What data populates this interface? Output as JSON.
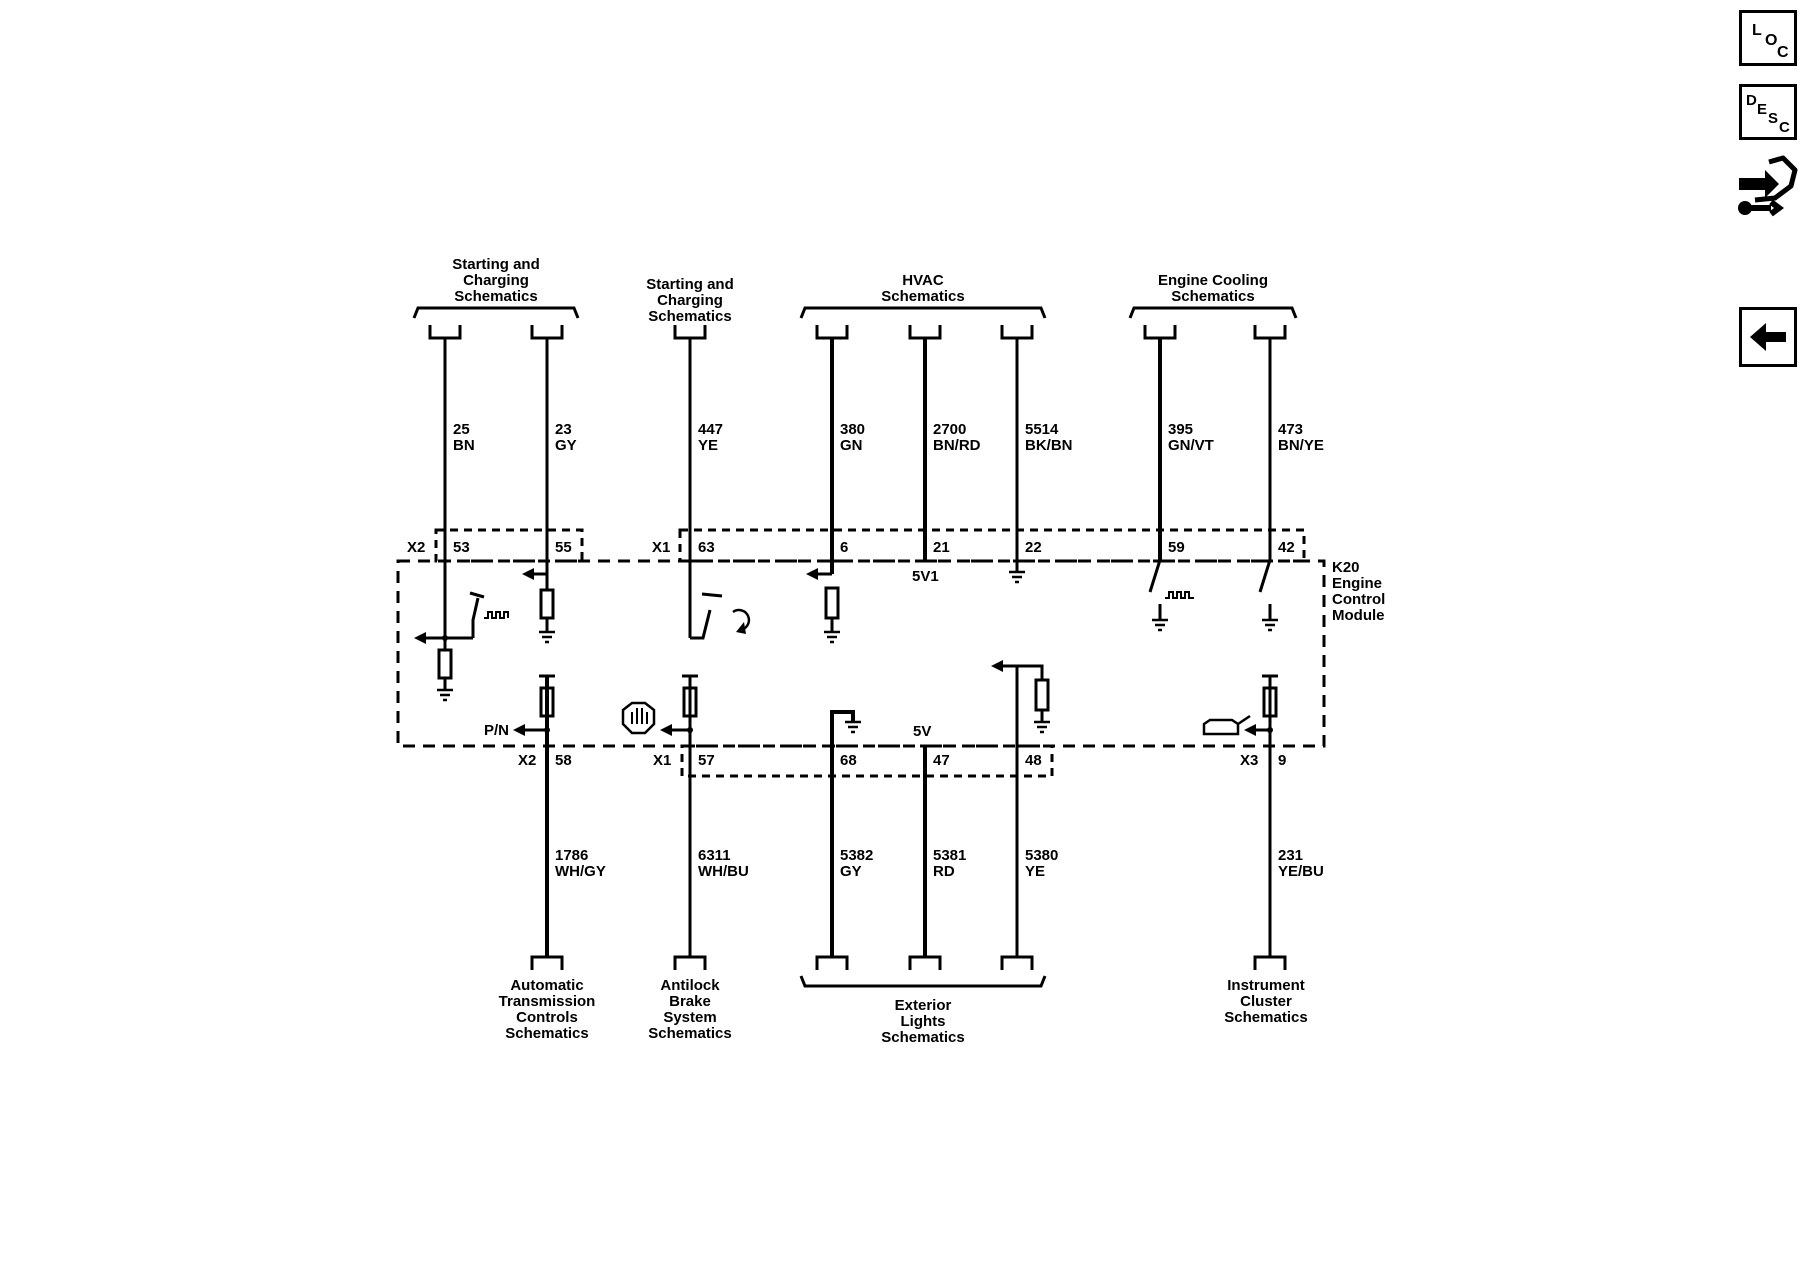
{
  "side_buttons": {
    "loc": [
      "L",
      "O",
      "C"
    ],
    "desc": [
      "D",
      "E",
      "S",
      "C"
    ]
  },
  "module": {
    "name_lines": [
      "K20",
      "Engine",
      "Control",
      "Module"
    ]
  },
  "groups_top": [
    [
      "Starting and",
      "Charging",
      "Schematics"
    ],
    [
      "Starting and",
      "Charging",
      "Schematics"
    ],
    [
      "HVAC",
      "Schematics"
    ],
    [
      "Engine Cooling",
      "Schematics"
    ]
  ],
  "groups_bottom": [
    [
      "Automatic",
      "Transmission",
      "Controls",
      "Schematics"
    ],
    [
      "Antilock",
      "Brake",
      "System",
      "Schematics"
    ],
    [
      "Exterior",
      "Lights",
      "Schematics"
    ],
    [
      "Instrument",
      "Cluster",
      "Schematics"
    ]
  ],
  "top_circuits": [
    {
      "circuit": "25",
      "color": "BN",
      "pin": "53",
      "connector": "X2"
    },
    {
      "circuit": "23",
      "color": "GY",
      "pin": "55",
      "connector": ""
    },
    {
      "circuit": "447",
      "color": "YE",
      "pin": "63",
      "connector": "X1"
    },
    {
      "circuit": "380",
      "color": "GN",
      "pin": "6",
      "connector": ""
    },
    {
      "circuit": "2700",
      "color": "BN/RD",
      "pin": "21",
      "connector": ""
    },
    {
      "circuit": "5514",
      "color": "BK/BN",
      "pin": "22",
      "connector": ""
    },
    {
      "circuit": "395",
      "color": "GN/VT",
      "pin": "59",
      "connector": ""
    },
    {
      "circuit": "473",
      "color": "BN/YE",
      "pin": "42",
      "connector": ""
    }
  ],
  "bottom_circuits": [
    {
      "circuit": "1786",
      "color": "WH/GY",
      "pin": "58",
      "connector": "X2"
    },
    {
      "circuit": "6311",
      "color": "WH/BU",
      "pin": "57",
      "connector": "X1"
    },
    {
      "circuit": "5382",
      "color": "GY",
      "pin": "68",
      "connector": ""
    },
    {
      "circuit": "5381",
      "color": "RD",
      "pin": "47",
      "connector": ""
    },
    {
      "circuit": "5380",
      "color": "YE",
      "pin": "48",
      "connector": ""
    },
    {
      "circuit": "231",
      "color": "YE/BU",
      "pin": "9",
      "connector": "X3"
    }
  ],
  "internal_labels": {
    "ref_5v1": "5V1",
    "ref_5v": "5V",
    "park_neutral": "P/N"
  }
}
